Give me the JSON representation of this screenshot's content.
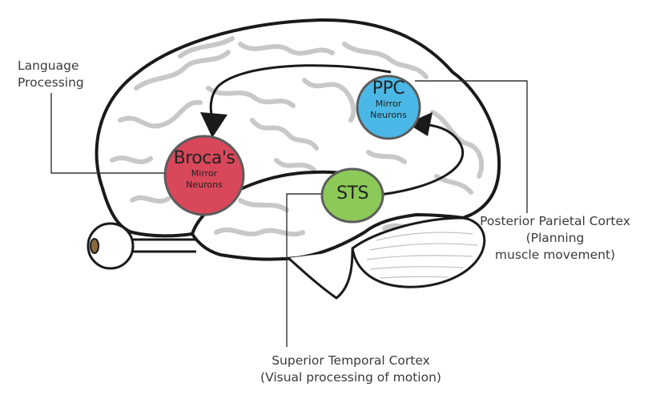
{
  "labels": {
    "language": [
      "Language",
      "Processing"
    ],
    "ppc_desc": [
      "Posterior Parietal Cortex",
      "(Planning",
      "muscle movement)"
    ],
    "sts_desc": [
      "Superior Temporal Cortex",
      "(Visual processing of motion)"
    ]
  },
  "nodes": {
    "broca": {
      "title": "Broca's",
      "sub": [
        "Mirror",
        "Neurons"
      ],
      "color": "#d9475a"
    },
    "ppc": {
      "title": "PPC",
      "sub": [
        "Mirror",
        "Neurons"
      ],
      "color": "#4ab8e6"
    },
    "sts": {
      "title": "STS",
      "sub": [],
      "color": "#8cc958"
    }
  },
  "colors": {
    "outline": "#1a1a1a",
    "gyri": "#c8c8c8",
    "leader_line": "#333333",
    "arrow": "#1a1a1a"
  }
}
